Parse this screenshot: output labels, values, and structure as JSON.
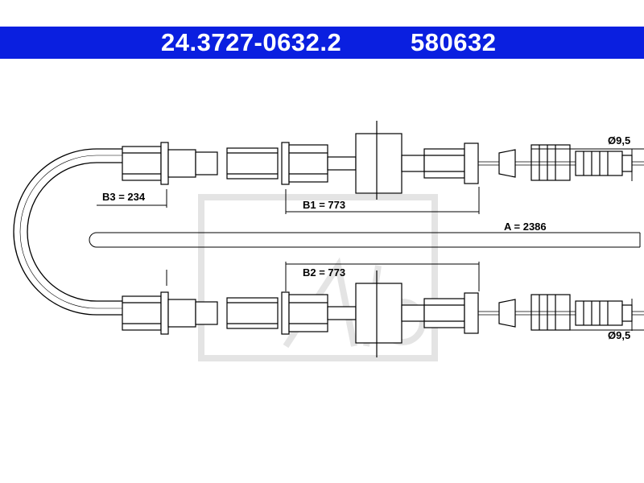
{
  "header": {
    "part_number": "24.3727-0632.2",
    "ref_number": "580632",
    "color": "#0a1fe0"
  },
  "dimensions": {
    "a": "A = 2386",
    "b1": "B1 = 773",
    "b2": "B2 = 773",
    "b3": "B3 = 234",
    "dia_top": "Ø9,5",
    "dia_bottom": "Ø9,5"
  },
  "watermark": {
    "brand": "Ate",
    "color": "#e2e2e2"
  }
}
